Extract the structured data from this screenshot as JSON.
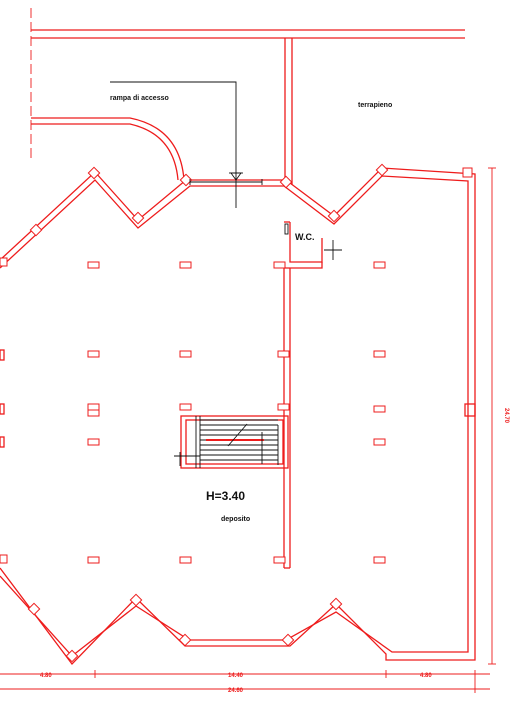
{
  "labels": {
    "ramp": "rampa di accesso",
    "embankment": "terrapieno",
    "wc": "W.C.",
    "height": "H=3.40",
    "storage": "deposito"
  },
  "dimensions": {
    "left_segment": "4.80",
    "middle_segment": "14.40",
    "right_segment": "4.80",
    "total_width": "24.60",
    "total_height": "24.70"
  },
  "colors": {
    "lines": "#ee1c1c",
    "annotations": "#111111",
    "background": "#ffffff"
  }
}
